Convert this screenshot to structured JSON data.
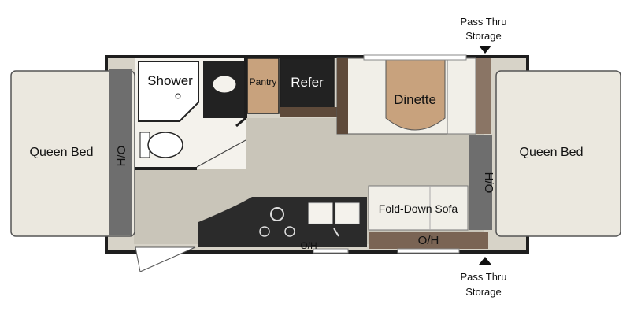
{
  "labels": {
    "queen_bed_left": "Queen Bed",
    "queen_bed_right": "Queen Bed",
    "ho_left": "H/O",
    "ho_right": "H/O",
    "shower": "Shower",
    "pantry": "Pantry",
    "refer": "Refer",
    "dinette": "Dinette",
    "fold_down_sofa": "Fold-Down Sofa",
    "oh_bottom": "O/H",
    "oh_kitchen": "O/H",
    "pass_thru_top_1": "Pass Thru",
    "pass_thru_top_2": "Storage",
    "pass_thru_bottom_1": "Pass Thru",
    "pass_thru_bottom_2": "Storage"
  },
  "colors": {
    "bed": "#ebe8df",
    "floor": "#c9c5b9",
    "wall": "#1e1e1e",
    "cabinet_gray": "#6e6e6e",
    "pantry": "#c8a27d",
    "dinette_table": "#c8a27d",
    "refer": "#222222",
    "counter": "#2b2b2b",
    "seat": "#f1efe8",
    "shelf_brown": "#5e4a3a",
    "overhead_strip": "#7a6454"
  },
  "icons": {
    "arrow_top": "down-arrow-icon",
    "arrow_bottom": "up-arrow-icon",
    "stove": "stove-burners-icon",
    "sink": "double-sink-icon",
    "toilet": "toilet-icon",
    "lav_sink": "bathroom-sink-icon"
  }
}
